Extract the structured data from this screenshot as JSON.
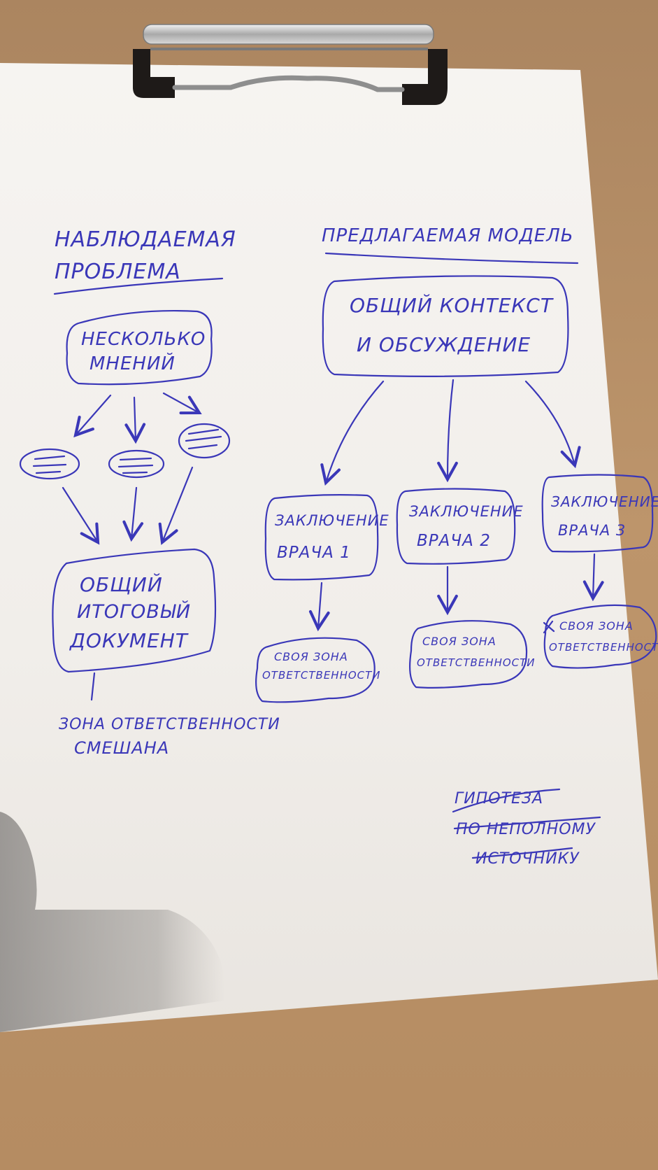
{
  "left": {
    "title_line1": "НАБЛЮДАЕМАЯ",
    "title_line2": "ПРОБЛЕМА",
    "top_box_line1": "НЕСКОЛЬКО",
    "top_box_line2": "МНЕНИЙ",
    "doc_box_line1": "ОБЩИЙ",
    "doc_box_line2": "ИТОГОВЫЙ",
    "doc_box_line3": "ДОКУМЕНТ",
    "note_line1": "ЗОНА ОТВЕТСТВЕННОСТИ",
    "note_line2": "СМЕШАНА"
  },
  "right": {
    "title": "ПРЕДЛАГАЕМАЯ МОДЕЛЬ",
    "top_box_line1": "ОБЩИЙ КОНТЕКСТ",
    "top_box_line2": "И ОБСУЖДЕНИЕ",
    "doctors": [
      {
        "line1": "ЗАКЛЮЧЕНИЕ",
        "line2": "ВРАЧА 1",
        "zone_line1": "СВОЯ ЗОНА",
        "zone_line2": "ОТВЕТСТВЕННОСТИ"
      },
      {
        "line1": "ЗАКЛЮЧЕНИЕ",
        "line2": "ВРАЧА 2",
        "zone_line1": "СВОЯ ЗОНА",
        "zone_line2": "ОТВЕТСТВЕННОСТИ"
      },
      {
        "line1": "ЗАКЛЮЧЕНИЕ",
        "line2": "ВРАЧА 3",
        "zone_line1": "СВОЯ ЗОНА",
        "zone_line2": "ОТВЕТСТВЕННОСТИ"
      }
    ]
  },
  "hypothesis": {
    "line1": "ГИПОТЕЗА",
    "line2": "ПО НЕПОЛНОМУ",
    "line3": "ИСТОЧНИКУ"
  },
  "colors": {
    "ink": "#3a37b8",
    "paper": "#f3f0ec",
    "table": "#b58f67"
  }
}
